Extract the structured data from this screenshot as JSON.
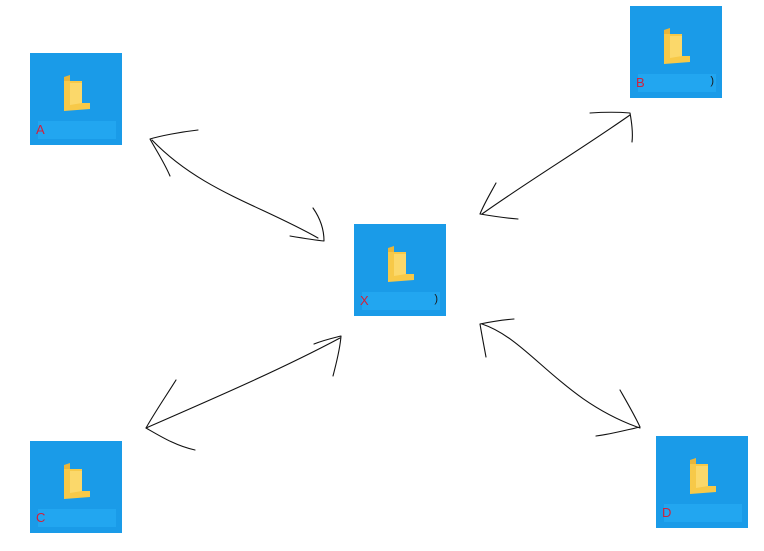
{
  "nodes": [
    {
      "id": "a",
      "label": "A",
      "tail": ""
    },
    {
      "id": "b",
      "label": "B",
      "tail": ")"
    },
    {
      "id": "x",
      "label": "X",
      "tail": ")"
    },
    {
      "id": "c",
      "label": "C",
      "tail": ""
    },
    {
      "id": "d",
      "label": "D",
      "tail": ""
    }
  ],
  "edges": [
    {
      "from": "a",
      "to": "x",
      "direction": "both"
    },
    {
      "from": "b",
      "to": "x",
      "direction": "both"
    },
    {
      "from": "c",
      "to": "x",
      "direction": "both"
    },
    {
      "from": "d",
      "to": "x",
      "direction": "both"
    }
  ],
  "colors": {
    "tile": "#1a9be8",
    "label": "#d1213b",
    "folder": "#f7c948",
    "arrow": "#111111"
  },
  "icons": {
    "node": "folder-icon"
  }
}
